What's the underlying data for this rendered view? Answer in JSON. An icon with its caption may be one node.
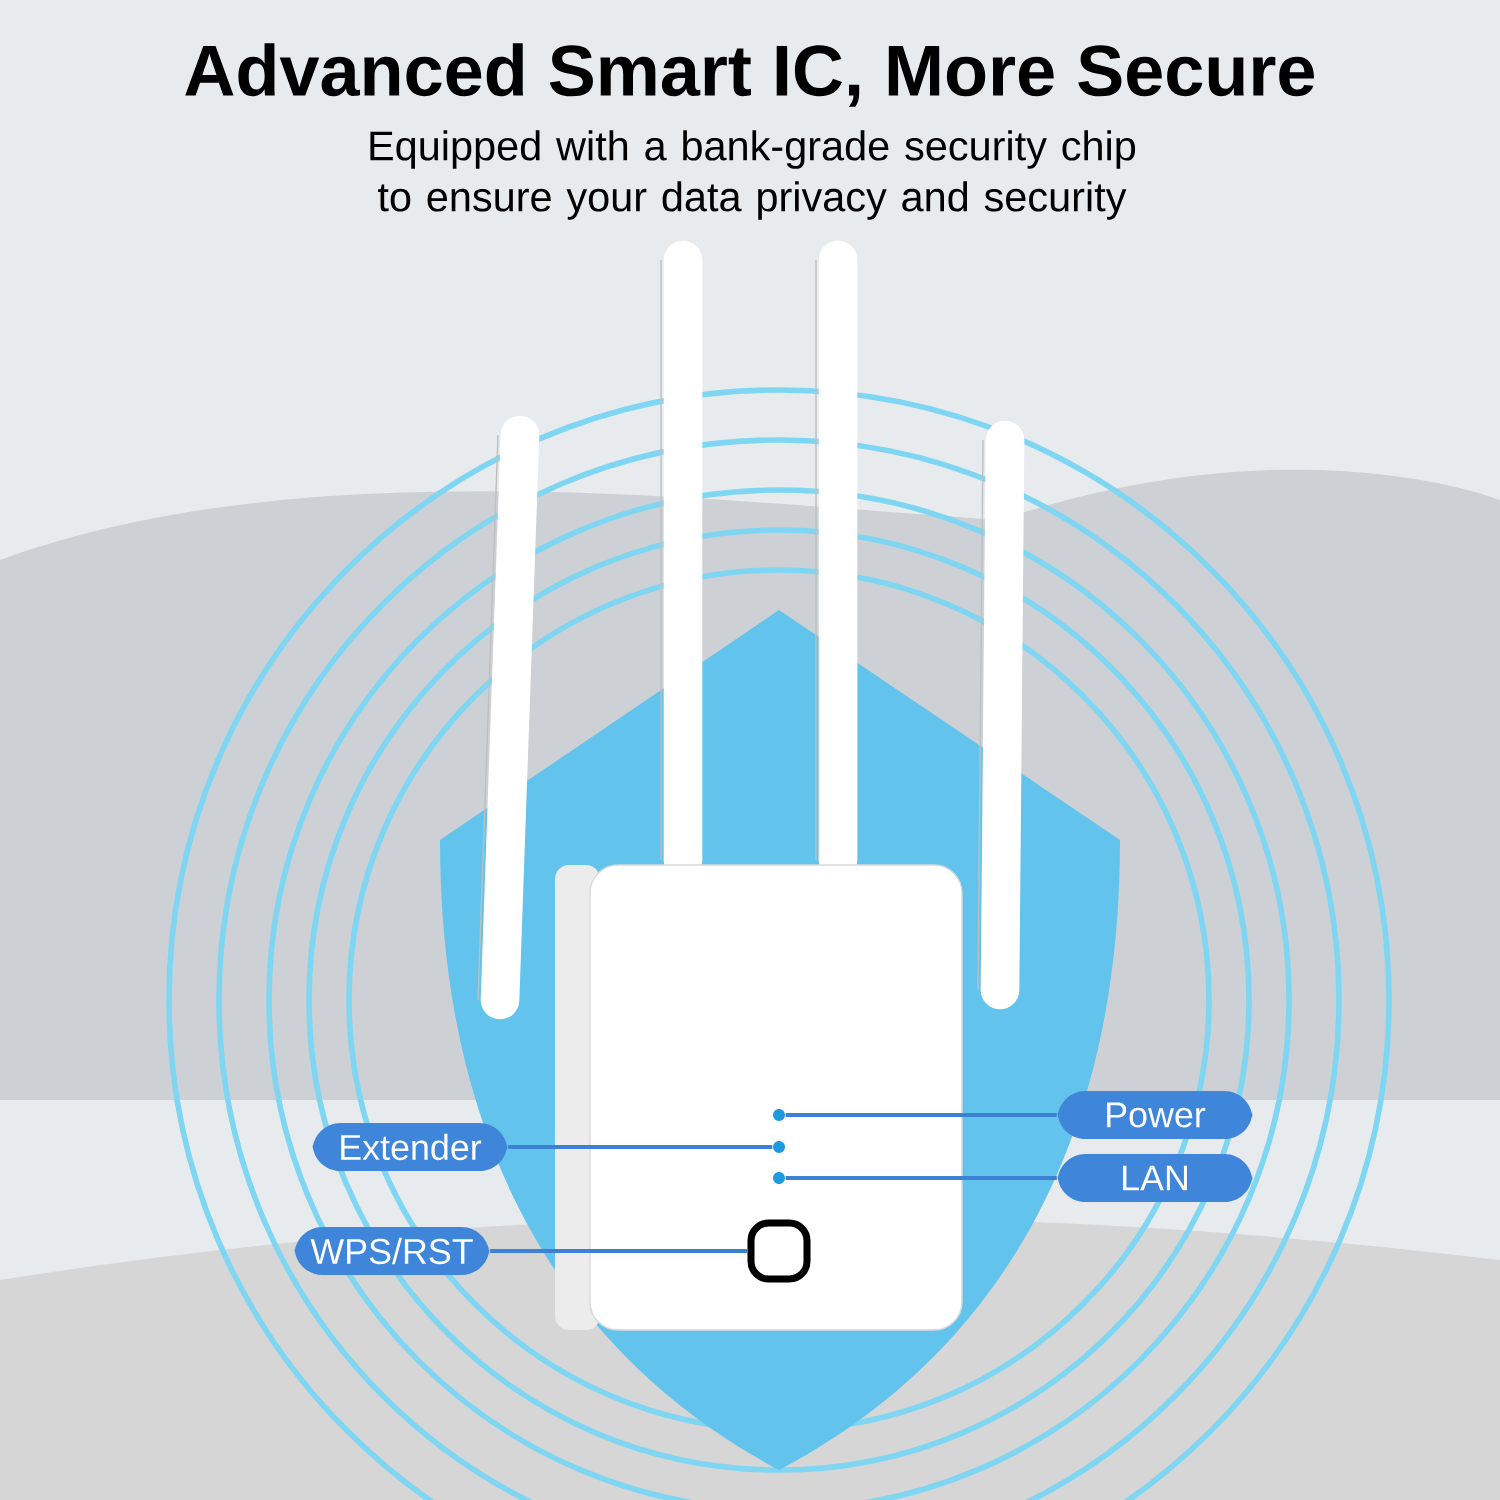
{
  "diagram": {
    "title": "Advanced Smart IC, More Secure",
    "nodes": [
      {
        "text": [
          "Power"
        ]
      },
      {
        "text": [
          "Extender"
        ]
      },
      {
        "text": [
          "LAN"
        ]
      },
      {
        "text": [
          "WPS/RST"
        ]
      },
      {
        "text": [],
        "shape": "circle"
      },
      {
        "text": [],
        "shape": "circle"
      },
      {
        "text": [],
        "shape": "circle"
      },
      {
        "text": [],
        "shape": "box"
      }
    ],
    "edges": [
      {
        "from": 0,
        "to": 4,
        "arrow": "none"
      },
      {
        "from": 1,
        "to": 5,
        "arrow": "none"
      },
      {
        "from": 2,
        "to": 6,
        "arrow": "none"
      },
      {
        "from": 3,
        "to": 7,
        "arrow": "none"
      }
    ],
    "labels": [
      "Equipped with a bank-grade security chip to ensure your data privacy and security"
    ]
  }
}
